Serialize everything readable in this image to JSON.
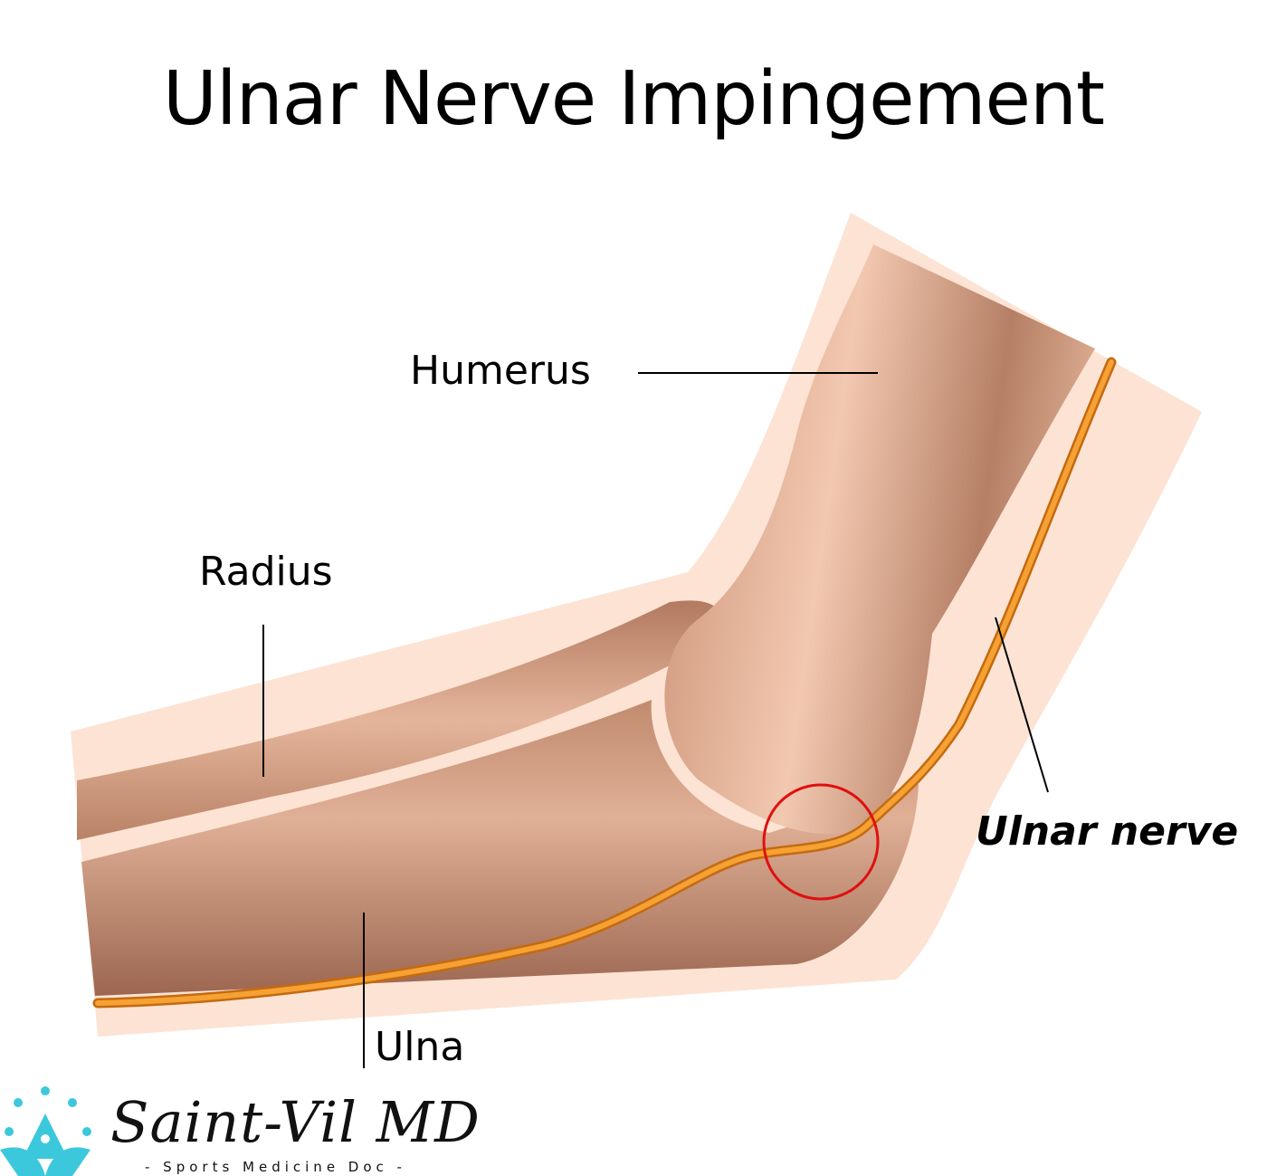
{
  "title": "Ulnar Nerve Impingement",
  "labels": {
    "humerus": "Humerus",
    "radius": "Radius",
    "ulna": "Ulna",
    "ulnar_nerve": "Ulnar nerve"
  },
  "logo": {
    "name": "Saint-Vil MD",
    "tagline": "- Sports Medicine Doc -"
  },
  "colors": {
    "skin": "#fde3d4",
    "bone": "#d9a588",
    "nerve": "#f0901e",
    "highlight": "#e01010",
    "logo": "#3cc8dc"
  }
}
